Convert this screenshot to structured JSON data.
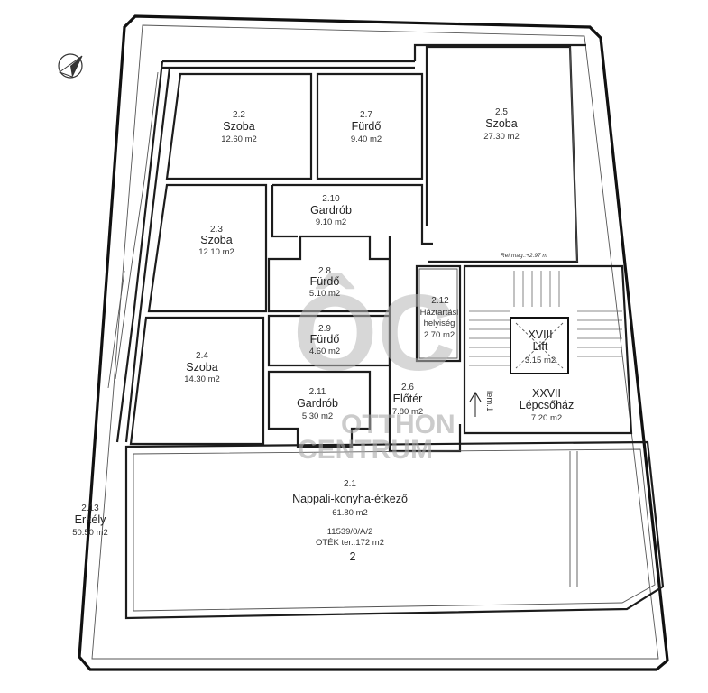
{
  "rooms": [
    {
      "id": "r22",
      "number": "2.2",
      "name": "Szoba",
      "area": "12.60 m2"
    },
    {
      "id": "r27",
      "number": "2.7",
      "name": "Fürdő",
      "area": "9.40 m2"
    },
    {
      "id": "r25",
      "number": "2.5",
      "name": "Szoba",
      "area": "27.30 m2"
    },
    {
      "id": "r210",
      "number": "2.10",
      "name": "Gardrób",
      "area": "9.10 m2"
    },
    {
      "id": "r23",
      "number": "2.3",
      "name": "Szoba",
      "area": "12.10 m2"
    },
    {
      "id": "r28",
      "number": "2.8",
      "name": "Fürdő",
      "area": "5.10 m2"
    },
    {
      "id": "r212",
      "number": "2.12",
      "name": "Háztartási",
      "name2": "helyiség",
      "area": "2.70 m2"
    },
    {
      "id": "r29",
      "number": "2.9",
      "name": "Fürdő",
      "area": "4.60 m2"
    },
    {
      "id": "r24",
      "number": "2.4",
      "name": "Szoba",
      "area": "14.30 m2"
    },
    {
      "id": "r211",
      "number": "2.11",
      "name": "Gardrób",
      "area": "5.30 m2"
    },
    {
      "id": "r26",
      "number": "2.6",
      "name": "Előtér",
      "area": "7.80 m2"
    },
    {
      "id": "r21",
      "number": "2.1",
      "name": "Nappali-konyha-étkező",
      "area": "61.80 m2"
    },
    {
      "id": "r213",
      "number": "2.13",
      "name": "Erkély",
      "area": "50.50 m2"
    }
  ],
  "lift": {
    "number": "XVIII",
    "name": "Lift",
    "area": "3.15 m2"
  },
  "stair": {
    "number": "XXVII",
    "name": "Lépcsőház",
    "area": "7.20 m2"
  },
  "stair_direction_label": "lem.1",
  "height_note": "Ref.mag.:+2.97 m",
  "unit_info": {
    "parcel": "11539/0/A/2",
    "otek": "OTÉK ter.:172 m2",
    "unit_number": "2"
  },
  "watermark": {
    "letters": "ÔC",
    "line1": "OTTHON",
    "line2": "CENTRUM"
  },
  "colors": {
    "wall": "#1c1c1c",
    "watermark": "#b8b8b8"
  }
}
